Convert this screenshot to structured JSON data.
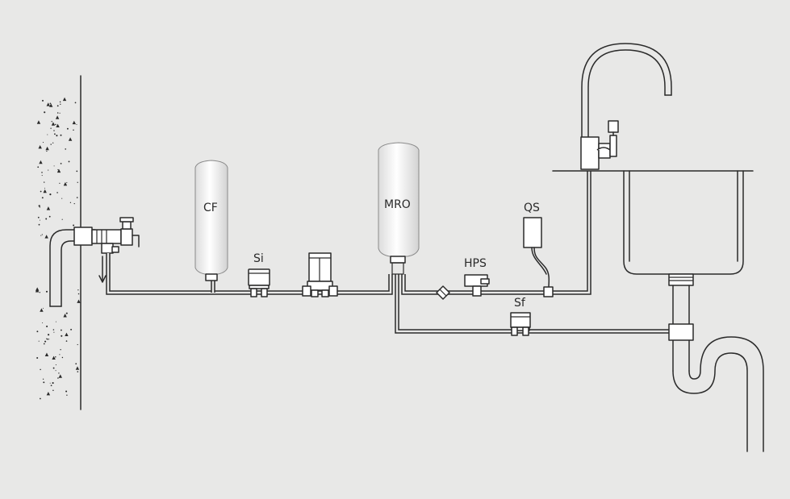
{
  "labels": {
    "cf": "CF",
    "si": "Si",
    "mro": "MRO",
    "hps": "HPS",
    "qs": "QS",
    "sf": "Sf"
  },
  "colors": {
    "background": "#e8e8e7",
    "line": "#2a2a2a",
    "fill": "#ffffff"
  }
}
